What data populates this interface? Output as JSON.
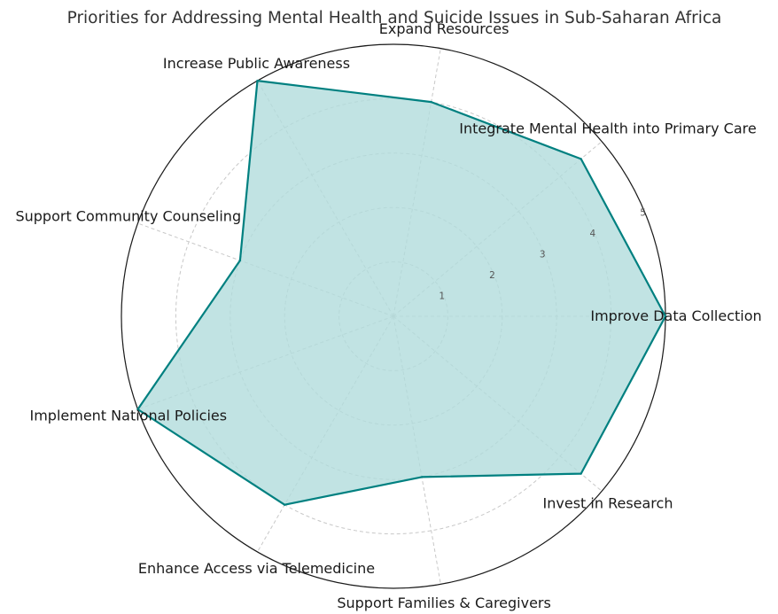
{
  "chart_data": {
    "type": "radar",
    "title": "Priorities for Addressing Mental Health and Suicide Issues in Sub-Saharan Africa",
    "categories": [
      "Improve Data Collection",
      "Integrate Mental Health into Primary Care",
      "Expand Resources",
      "Increase Public Awareness",
      "Support Community Counseling",
      "Implement National Policies",
      "Enhance Access via Telemedicine",
      "Support Families & Caregivers",
      "Invest in Research"
    ],
    "values": [
      5,
      4.5,
      4,
      5,
      3,
      5,
      4,
      3,
      4.5
    ],
    "rlim": [
      0,
      5
    ],
    "rticks": [
      "1",
      "2",
      "3",
      "4",
      "5"
    ],
    "grid": true,
    "colors": {
      "line": "#008080",
      "fill": "#b2dcdc"
    }
  }
}
